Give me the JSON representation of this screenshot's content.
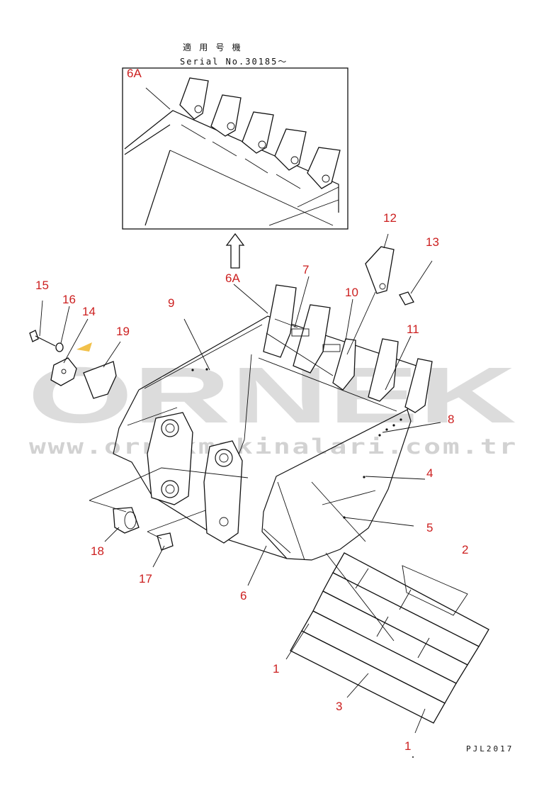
{
  "header": {
    "applicability_label": "適 用 号 機",
    "serial_text": "Serial No.30185～"
  },
  "watermark": {
    "brand": "ORNEK",
    "url": "www.ornekmakinalari.com.tr",
    "accent_color": "#f2c14a"
  },
  "drawing_code": "PJL2017",
  "colors": {
    "callout": "#cc1f1f",
    "line": "#111111"
  },
  "callouts": {
    "c_6A_inset": "6A",
    "c_6A_main": "6A",
    "c_1_a": "1",
    "c_1_b": "1",
    "c_2": "2",
    "c_3": "3",
    "c_4": "4",
    "c_5": "5",
    "c_6": "6",
    "c_7": "7",
    "c_8": "8",
    "c_9": "9",
    "c_10": "10",
    "c_11": "11",
    "c_12": "12",
    "c_13": "13",
    "c_14": "14",
    "c_15": "15",
    "c_16": "16",
    "c_17": "17",
    "c_18": "18",
    "c_19": "19"
  }
}
